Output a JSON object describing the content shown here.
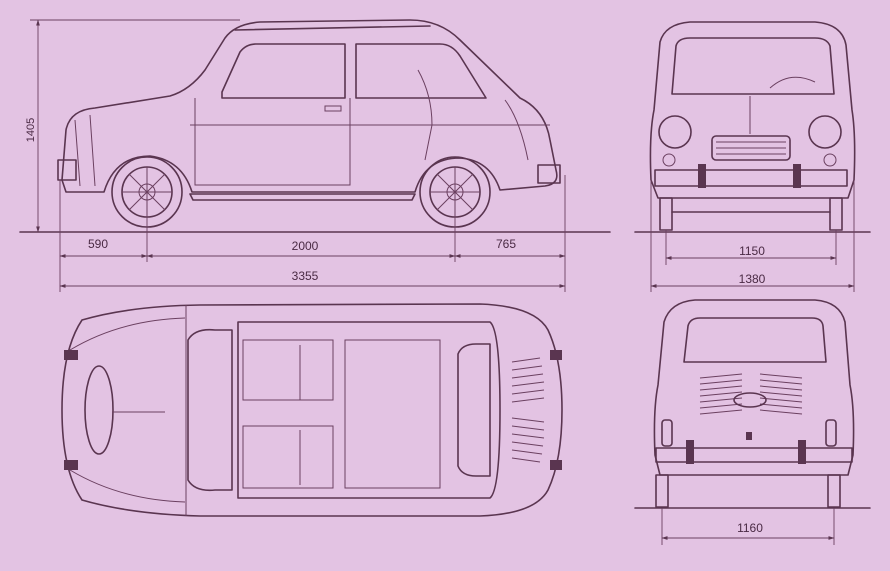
{
  "dimensions": {
    "height": "1405",
    "front_overhang": "590",
    "wheelbase": "2000",
    "rear_overhang": "765",
    "overall_length": "3355",
    "front_track": "1150",
    "overall_width": "1380",
    "rear_track": "1160"
  },
  "colors": {
    "paper": "#e3c3e3",
    "ink": "#5a3550"
  }
}
